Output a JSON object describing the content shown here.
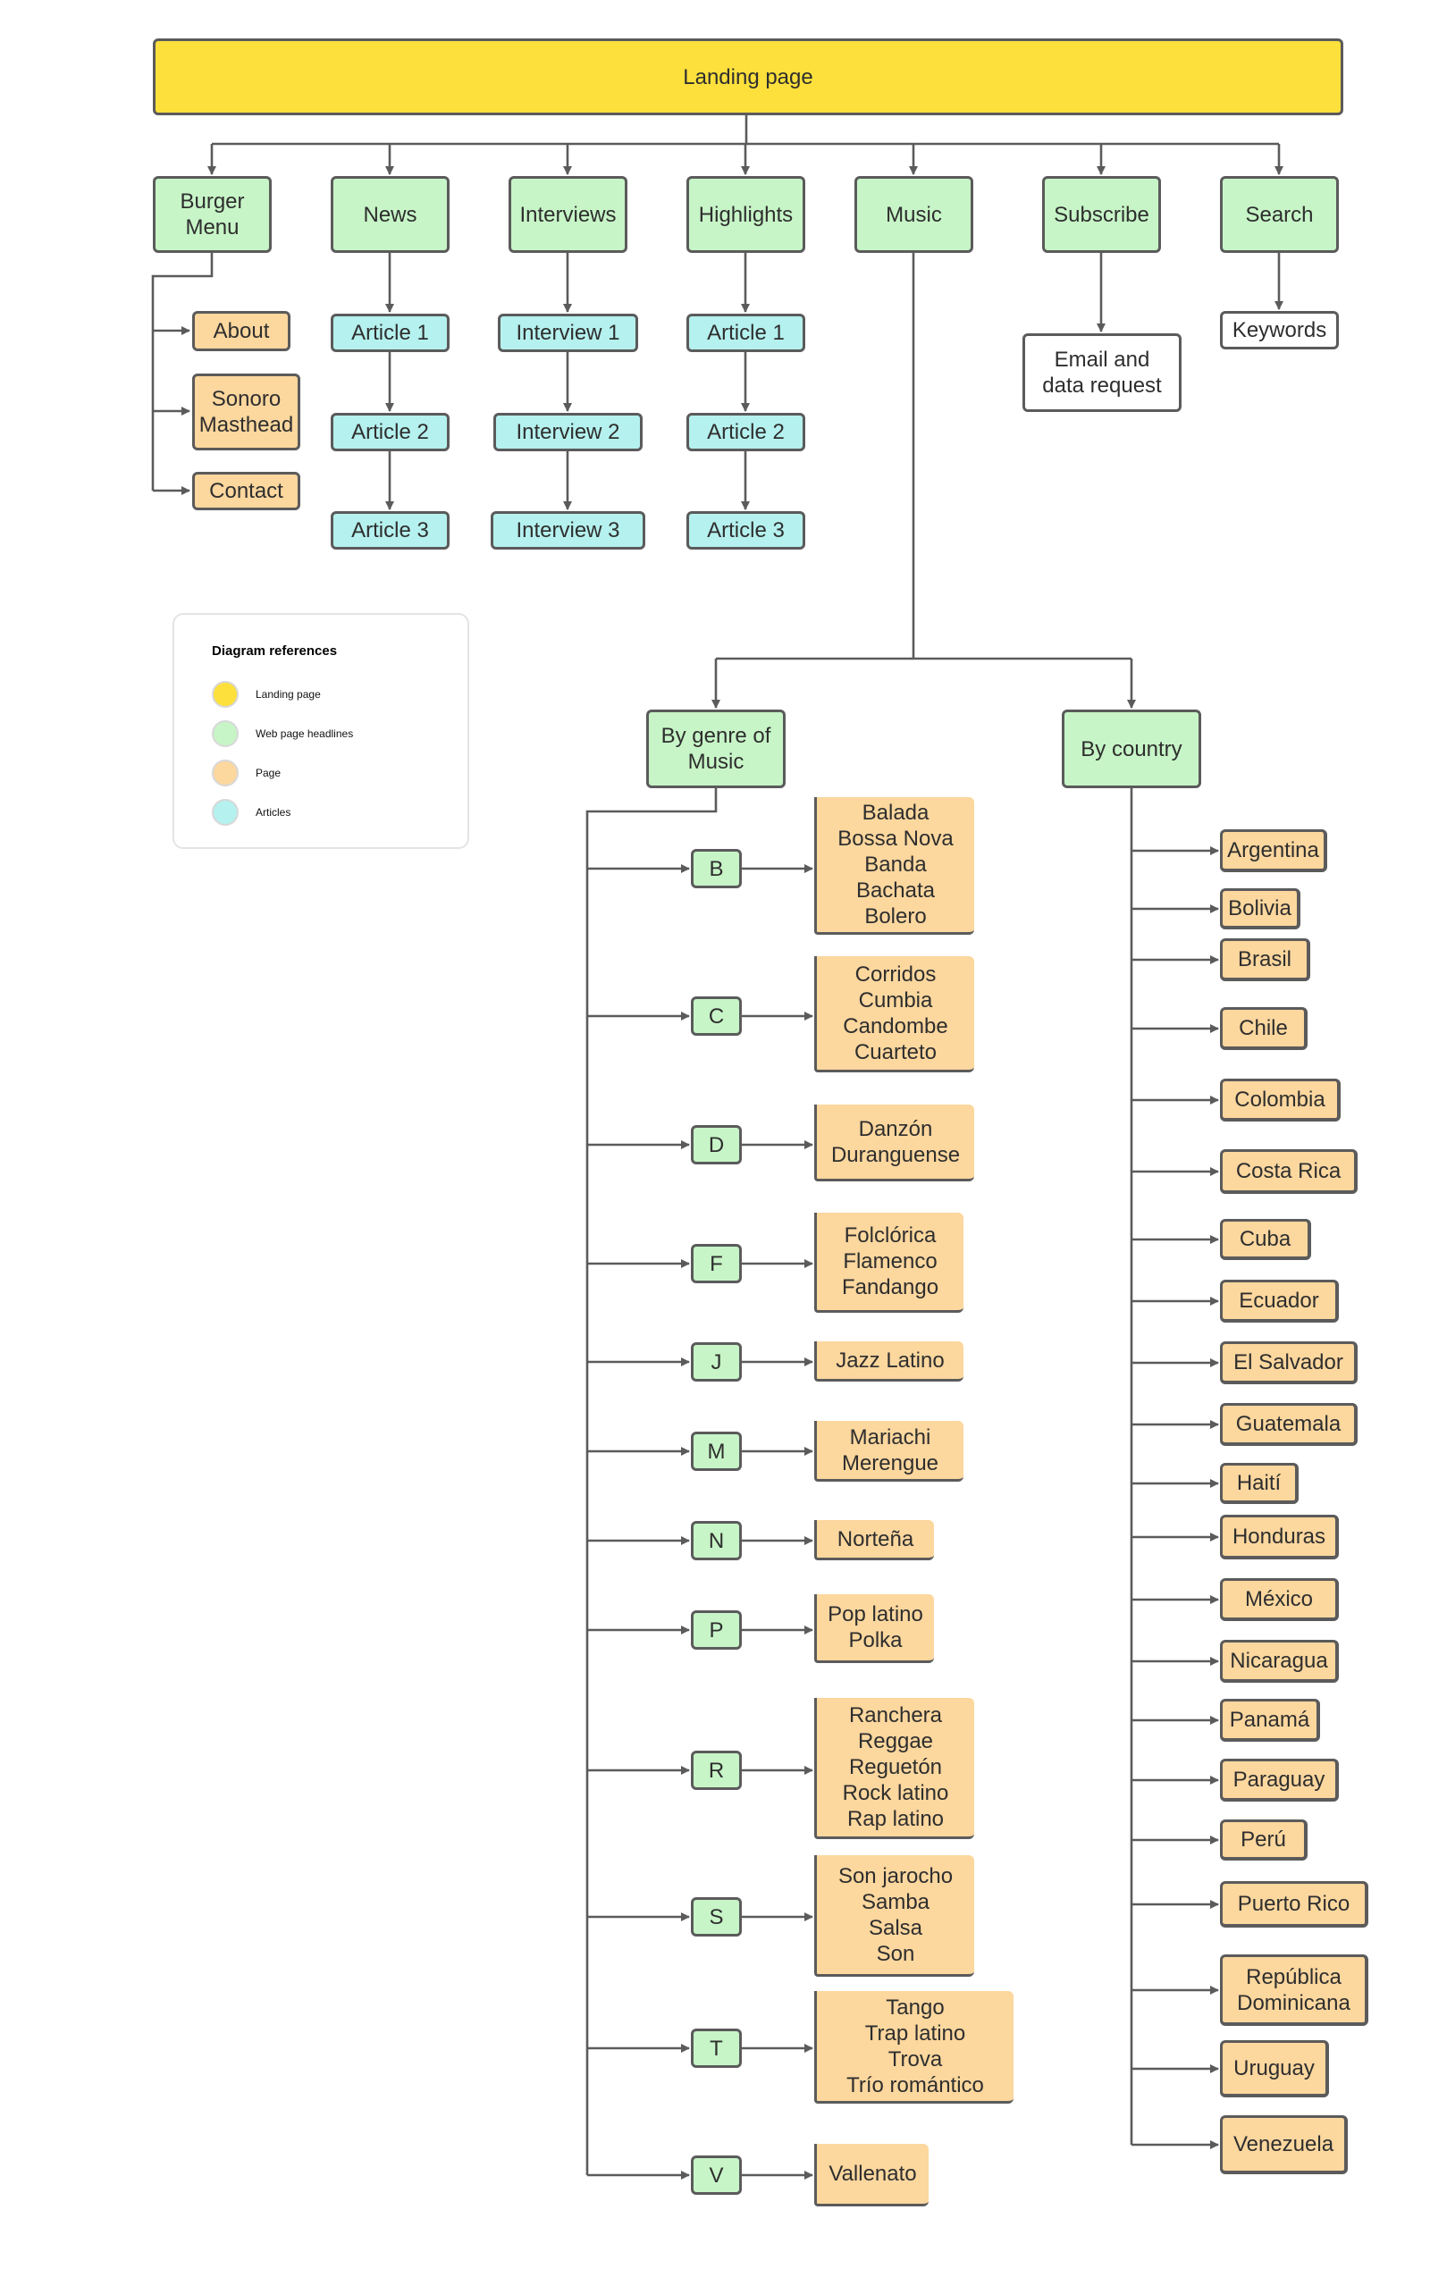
{
  "colors": {
    "landing": "#fde03c",
    "headline": "#c7f5c7",
    "page": "#fcd79e",
    "article": "#b5f1ee",
    "line": "#5b5b5b"
  },
  "landing": "Landing page",
  "headlines": {
    "burger": "Burger\nMenu",
    "news": "News",
    "interviews": "Interviews",
    "highlights": "Highlights",
    "music": "Music",
    "subscribe": "Subscribe",
    "search": "Search"
  },
  "burger_pages": [
    "About",
    "Sonoro\nMasthead",
    "Contact"
  ],
  "news_articles": [
    "Article 1",
    "Article 2",
    "Article 3"
  ],
  "interviews_items": [
    "Interview 1",
    "Interview 2",
    "Interview 3"
  ],
  "highlights_articles": [
    "Article 1",
    "Article 2",
    "Article 3"
  ],
  "subscribe_page": "Email and\ndata request",
  "search_page": "Keywords",
  "music": {
    "by_genre": "By genre of\nMusic",
    "by_country": "By country",
    "genres": [
      {
        "letter": "B",
        "items": "Balada\nBossa Nova\nBanda\nBachata\nBolero"
      },
      {
        "letter": "C",
        "items": "Corridos\nCumbia\nCandombe\nCuarteto"
      },
      {
        "letter": "D",
        "items": "Danzón\nDuranguense"
      },
      {
        "letter": "F",
        "items": "Folclórica\nFlamenco\nFandango"
      },
      {
        "letter": "J",
        "items": "Jazz Latino"
      },
      {
        "letter": "M",
        "items": "Mariachi\nMerengue"
      },
      {
        "letter": "N",
        "items": "Norteña"
      },
      {
        "letter": "P",
        "items": "Pop latino\nPolka"
      },
      {
        "letter": "R",
        "items": "Ranchera\nReggae\nReguetón\nRock latino\nRap latino"
      },
      {
        "letter": "S",
        "items": "Son jarocho\nSamba\nSalsa\nSon"
      },
      {
        "letter": "T",
        "items": "Tango\nTrap latino\nTrova\nTrío romántico"
      },
      {
        "letter": "V",
        "items": "Vallenato"
      }
    ],
    "countries": [
      "Argentina",
      "Bolivia",
      "Brasil",
      "Chile",
      "Colombia",
      "Costa Rica",
      "Cuba",
      "Ecuador",
      "El Salvador",
      "Guatemala",
      "Haití",
      "Honduras",
      "México",
      "Nicaragua",
      "Panamá",
      "Paraguay",
      "Perú",
      "Puerto Rico",
      "República\nDominicana",
      "Uruguay",
      "Venezuela"
    ]
  },
  "legend": {
    "title": "Diagram references",
    "items": [
      "Landing page",
      "Web page headlines",
      "Page",
      "Articles"
    ]
  }
}
